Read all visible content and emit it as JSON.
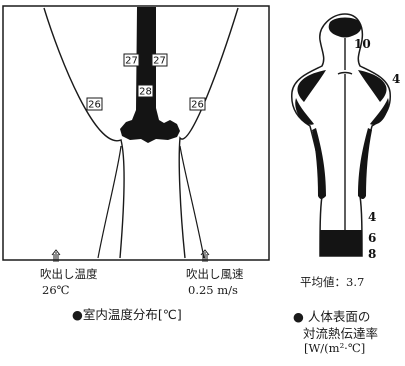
{
  "room_diagram": {
    "isotherm_labels": [
      "27",
      "27",
      "28",
      "26",
      "26"
    ],
    "outlet_left_label": "吹出し温度",
    "outlet_left_value": "26℃",
    "outlet_right_label": "吹出し風速",
    "outlet_right_value": "0.25 m/s",
    "caption": "●室内温度分布[℃]"
  },
  "body_diagram": {
    "value_labels": [
      "10",
      "4",
      "4",
      "6",
      "8"
    ],
    "average_label": "平均値：3.7",
    "caption_line1": "● 人体表面の",
    "caption_line2": "対流熱伝達率",
    "caption_line3": "[W/(m²·℃]"
  },
  "colors": {
    "ink": "#1a1a1a",
    "dark_region": "#141414",
    "background": "#ffffff"
  }
}
